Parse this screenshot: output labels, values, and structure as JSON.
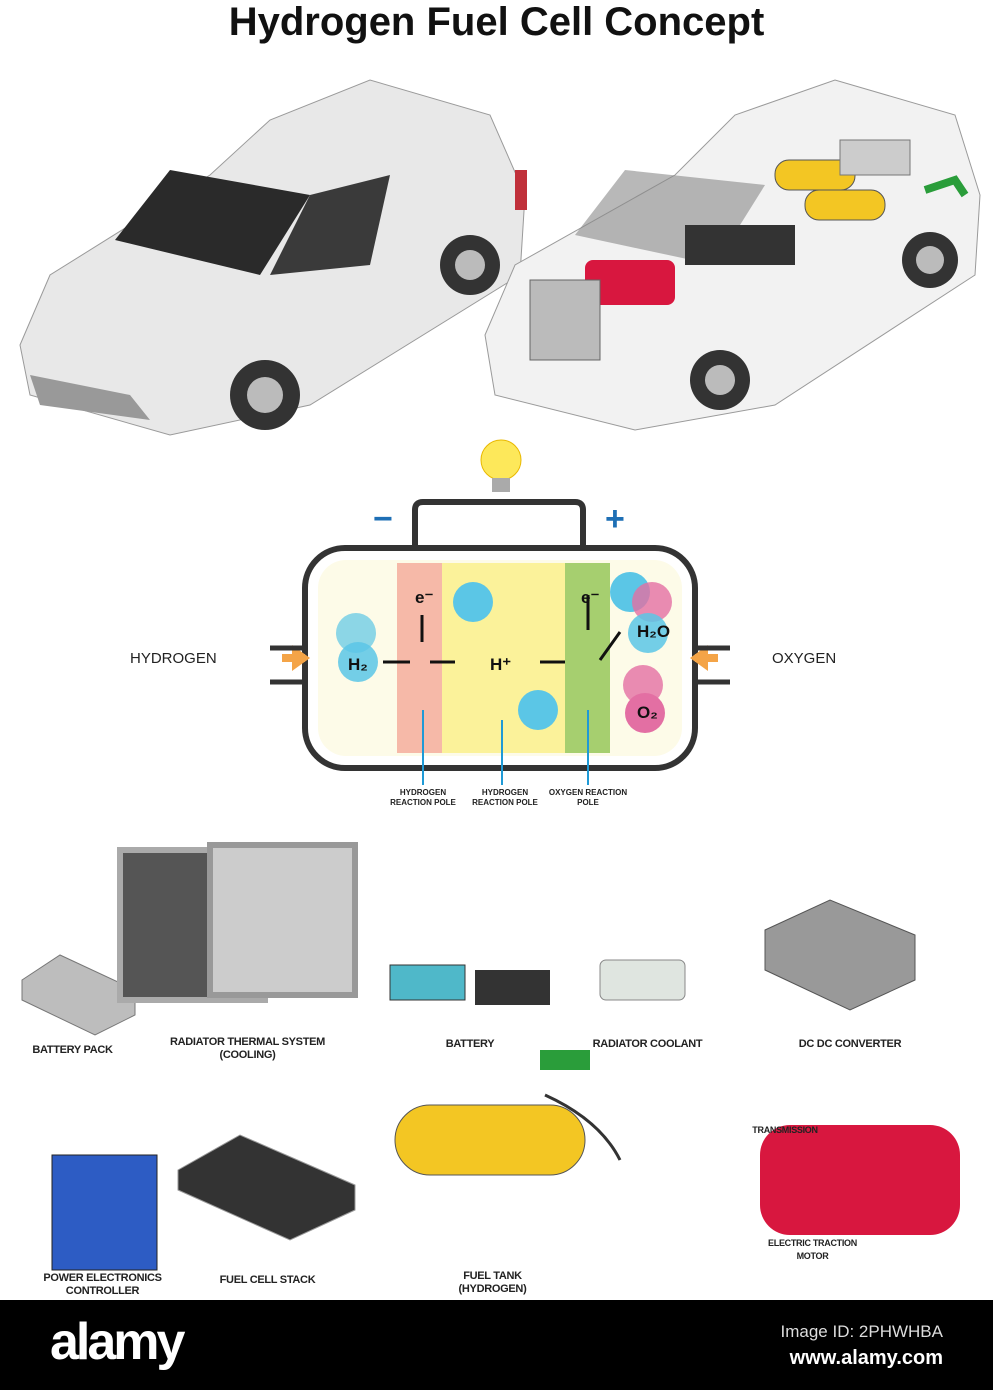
{
  "title": "Hydrogen Fuel Cell Concept",
  "fuel_cell": {
    "input_left": "HYDROGEN",
    "input_right": "OXYGEN",
    "terminal_negative": "−",
    "terminal_positive": "+",
    "molecules": {
      "h2": "H₂",
      "h_plus": "H⁺",
      "e_left": "e⁻",
      "e_right": "e⁻",
      "h2o": "H₂O",
      "o2": "O₂"
    },
    "poles": [
      "HYDROGEN REACTION POLE",
      "HYDROGEN REACTION POLE",
      "OXYGEN REACTION POLE"
    ],
    "colors": {
      "anode": "#f6b9a8",
      "electrolyte": "#fbf29a",
      "cathode": "#a6cf6f",
      "hydrogen": "#5bc6e6",
      "oxygen": "#e36fa3",
      "arrow": "#f4a447",
      "minus": "#1e6fb5"
    }
  },
  "components": {
    "battery_pack": "BATTERY PACK",
    "radiator": "RADIATOR THERMAL SYSTEM (COOLING)",
    "battery": "BATTERY",
    "coolant": "RADIATOR COOLANT",
    "dcdc": "DC DC CONVERTER",
    "pec": "POWER ELECTRONICS CONTROLLER",
    "stack": "FUEL CELL STACK",
    "tank": "FUEL TANK (HYDROGEN)",
    "transmission": "TRANSMISSION",
    "motor": "ELECTRIC TRACTION MOTOR"
  },
  "footer": {
    "logo": "alamy",
    "image_id": "Image ID: 2PHWHBA",
    "url": "www.alamy.com"
  }
}
